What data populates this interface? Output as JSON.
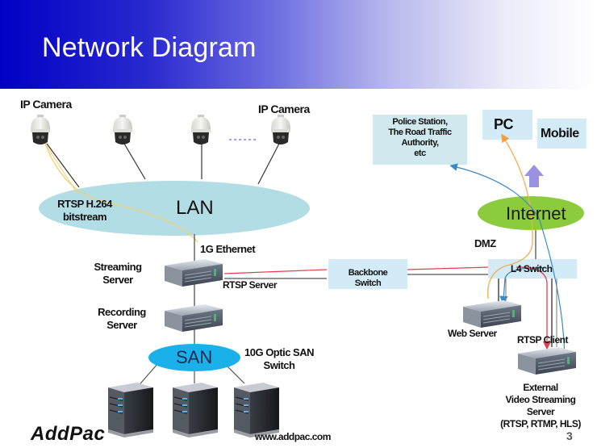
{
  "header": {
    "title": "Network Diagram"
  },
  "colors": {
    "header_start": "#0000c4",
    "lan": "#b3dde5",
    "san": "#1ab0ea",
    "internet": "#8ccc3c",
    "box_fill": "#d3ebf6",
    "arrow_up": "#9a92e0",
    "line_yellow": "#f0c060",
    "line_red": "#e04050",
    "line_blue": "#3a8ac8",
    "line_gray": "#555555"
  },
  "diagram": {
    "ip_camera_left": "IP Camera",
    "ip_camera_right": "IP Camera",
    "camera_count_shown": 4,
    "lan_label": "LAN",
    "rtsp_label_line1": "RTSP H.264",
    "rtsp_label_line2": "bitstream",
    "ethernet_label": "1G Ethernet",
    "streaming_server_line1": "Streaming",
    "streaming_server_line2": "Server",
    "rtsp_server": "RTSP Server",
    "recording_server_line1": "Recording",
    "recording_server_line2": "Server",
    "san_label": "SAN",
    "san_switch_line1": "10G Optic SAN",
    "san_switch_line2": "Switch",
    "storage_count": 3,
    "backbone_line1": "Backbone",
    "backbone_line2": "Switch",
    "police_line1": "Police Station,",
    "police_line2": "The Road Traffic",
    "police_line3": "Authority,",
    "police_line4": "etc",
    "pc": "PC",
    "mobile": "Mobile",
    "internet": "Internet",
    "dmz": "DMZ",
    "l4_switch": "L4 Switch",
    "web_server": "Web Server",
    "rtsp_client": "RTSP Client",
    "external_line1": "External",
    "external_line2": "Video Streaming",
    "external_line3": "Server",
    "external_line4": "(RTSP, RTMP, HLS)"
  },
  "footer": {
    "logo": "AddPac",
    "website": "www.addpac.com",
    "page_number": "3"
  }
}
